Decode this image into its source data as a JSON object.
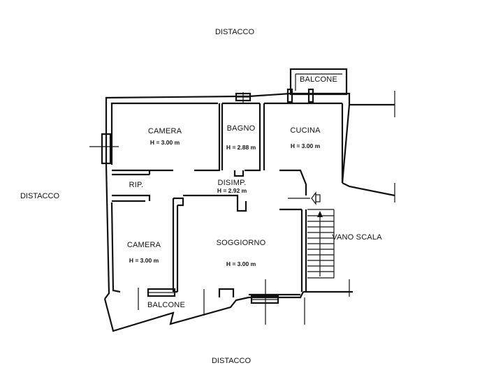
{
  "plan": {
    "setbacks": {
      "top": "DISTACCO",
      "left": "DISTACCO",
      "bottom": "DISTACCO"
    },
    "rooms": {
      "camera_top": {
        "name": "CAMERA",
        "height": "H = 3.00 m"
      },
      "bagno": {
        "name": "BAGNO",
        "height": "H = 2.88 m"
      },
      "cucina": {
        "name": "CUCINA",
        "height": "H = 3.00 m"
      },
      "rip": {
        "name": "RIP."
      },
      "disimp": {
        "name": "DISIMP.",
        "height": "H = 2.92 m"
      },
      "camera_bottom": {
        "name": "CAMERA",
        "height": "H = 3.00 m"
      },
      "soggiorno": {
        "name": "SOGGIORNO",
        "height": "H = 3.00 m"
      }
    },
    "balcone_top": "BALCONE",
    "balcone_bottom": "BALCONE",
    "vano_scala": "VANO SCALA"
  }
}
